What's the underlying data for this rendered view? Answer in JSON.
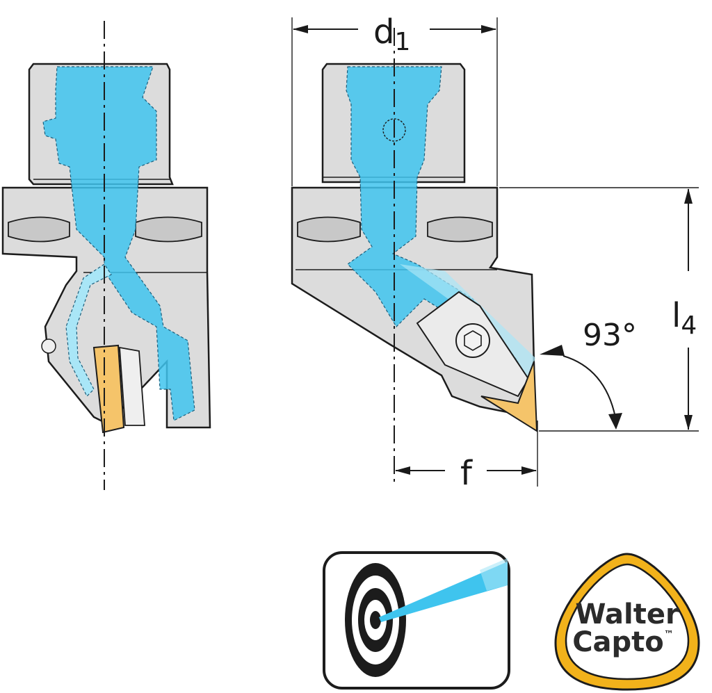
{
  "dimensions": {
    "d1": {
      "base": "d",
      "sub": "1"
    },
    "l4": {
      "base": "l",
      "sub": "4"
    },
    "f": "f",
    "angle": "93°"
  },
  "colors": {
    "body_fill": "#dcdcdc",
    "body_stroke": "#1c1c1c",
    "coolant": "#3fc4ee",
    "coolant_light": "#a9e6f7",
    "insert": "#f5c46a",
    "insert_dark": "#e0a23a",
    "logo_gold": "#f2b21b"
  },
  "icons": {
    "precision_icon": "coolant-jet-target-icon",
    "brand_badge": "walter-capto-logo"
  },
  "logo": {
    "line1": "Walter",
    "line2": "Capto",
    "trademark": "™"
  }
}
